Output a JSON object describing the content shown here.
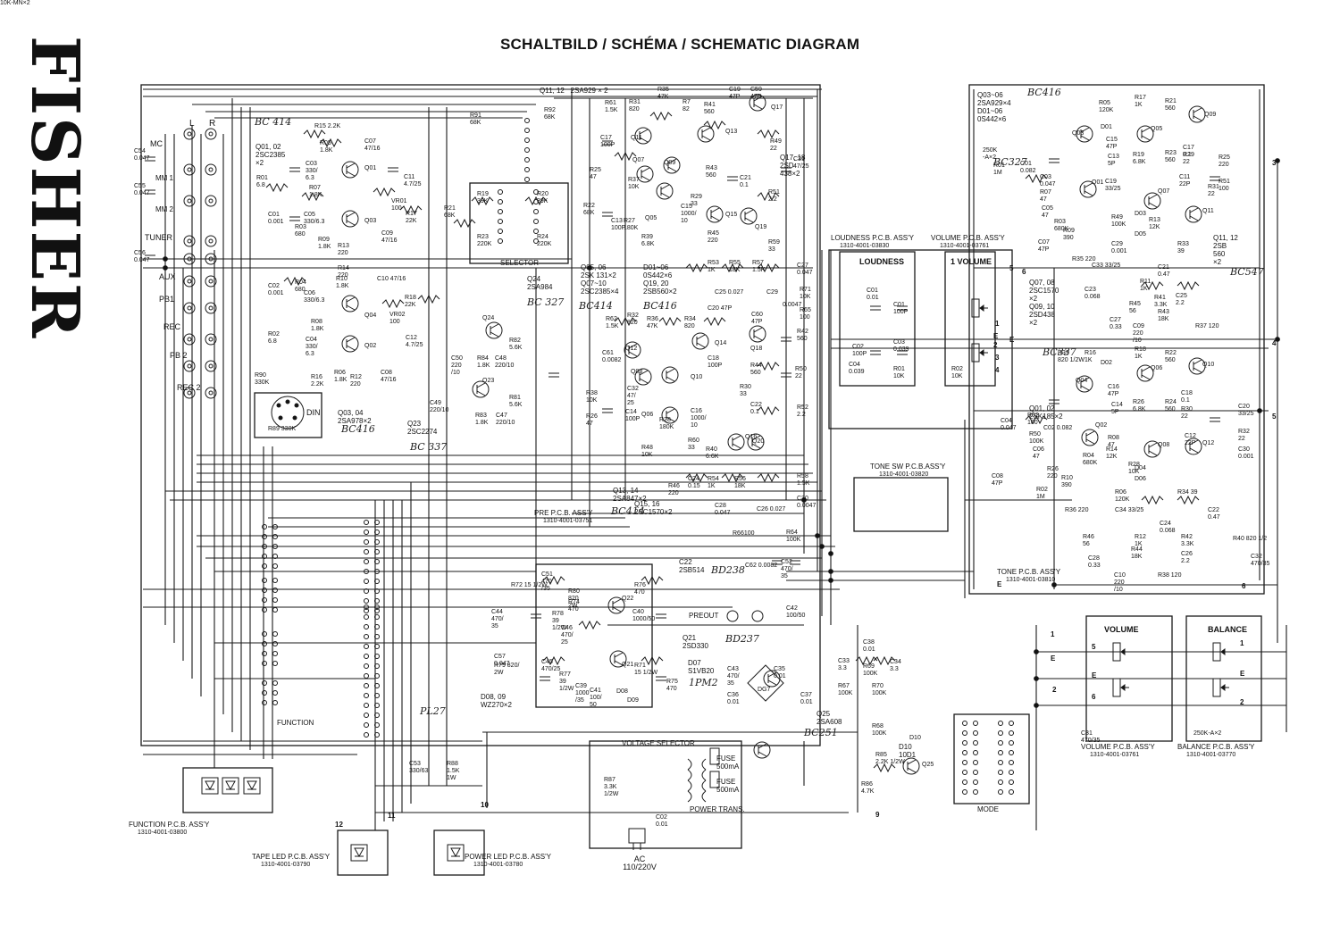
{
  "title": "SCHALTBILD / SCHÉMA / SCHEMATIC DIAGRAM",
  "brand": "FISHER",
  "inputs": {
    "mc": "MC",
    "mm1": "MM 1",
    "mm2": "MM 2",
    "tuner": "TUNER",
    "aux": "AUX",
    "pb1": "PB1",
    "rec1": "REC",
    "pb2": "PB 2",
    "rec2": "REC 2",
    "din": "DIN",
    "l": "L",
    "r": "R"
  },
  "boards": {
    "pre": {
      "name": "PRE P.C.B. ASS'Y",
      "num": "1310-4001-03751"
    },
    "loudness": {
      "name": "LOUDNESS P.C.B. ASS'Y",
      "num": "1310-4001-03830"
    },
    "volume_top": {
      "name": "VOLUME P.C.B. ASS'Y",
      "num": "1310-4001-03761"
    },
    "tone_sw": {
      "name": "TONE SW P.C.B.ASS'Y",
      "num": "1310-4001-03820"
    },
    "tone": {
      "name": "TONE P.C.B. ASS'Y",
      "num": "1310-4001-03810"
    },
    "function": {
      "name": "FUNCTION P.C.B. ASS'Y",
      "num": "1310-4001-03800"
    },
    "tape_led": {
      "name": "TAPE LED P.C.B. ASS'Y",
      "num": "1310-4001-03790"
    },
    "power_led": {
      "name": "POWER LED P.C.B. ASS'Y",
      "num": "1310-4001-03780"
    },
    "volume_bottom": {
      "name": "VOLUME P.C.B. ASS'Y",
      "num": "1310-4001-03761"
    },
    "balance": {
      "name": "BALANCE P.C.B. ASS'Y",
      "num": "1310-4001-03770"
    }
  },
  "blocks": {
    "selector": "SELECTOR",
    "function": "FUNCTION",
    "loudness": "LOUDNESS",
    "volume": "1 VOLUME",
    "voltage_selector": "VOLTAGE SELECTOR",
    "mode": "MODE",
    "preout": "PREOUT",
    "volume_box": "VOLUME",
    "balance_box": "BALANCE",
    "power_trans": "POWER TRANS.",
    "fuse1": "FUSE 500mA",
    "fuse2": "FUSE 500mA",
    "ac": "AC 110/220V"
  },
  "transistor_notes": [
    {
      "id": "q01",
      "text": "Q01, 02\n2SC2385\n×2"
    },
    {
      "id": "q03",
      "text": "Q03, 04\n2SA978×2"
    },
    {
      "id": "q11",
      "text": "Q11, 12   2SA929 × 2"
    },
    {
      "id": "q17",
      "text": "Q17, 18\n2SD\n438×2"
    },
    {
      "id": "q05",
      "text": "Q05, 06\n2SK 131×2\nQ07~10\n2SC2385×4"
    },
    {
      "id": "d01",
      "text": "D01~06\n0S442×6\nQ19, 20\n2SB560×2"
    },
    {
      "id": "q24",
      "text": "Q24\n2SA984"
    },
    {
      "id": "q23",
      "text": "Q23\n2SC2274"
    },
    {
      "id": "q13",
      "text": "Q13, 14\n2SA847×2"
    },
    {
      "id": "q15",
      "text": "Q15, 16\n2SC1570×2"
    },
    {
      "id": "q22",
      "text": "C22\n2SB514"
    },
    {
      "id": "q21",
      "text": "Q21\n2SD330"
    },
    {
      "id": "d07",
      "text": "D07\nS1VB20"
    },
    {
      "id": "d08",
      "text": "D08, 09\nWZ270×2"
    },
    {
      "id": "q25",
      "text": "Q25\n2SA608"
    },
    {
      "id": "d10",
      "text": "D10\n10D1"
    },
    {
      "id": "tq03",
      "text": "Q03~06\n2SA929×4\nD01~06\n0S442×6"
    },
    {
      "id": "tq07",
      "text": "Q07, 08\n2SC1570\n×2\nQ09, 10\n2SD438\n×2"
    },
    {
      "id": "tq01",
      "text": "Q01, 02\n2SK185×2"
    },
    {
      "id": "tq11",
      "text": "Q11, 12\n2SB\n560\n×2"
    }
  ],
  "handwritten": [
    {
      "id": "h1",
      "text": "BC 414"
    },
    {
      "id": "h2",
      "text": "BC416"
    },
    {
      "id": "h3",
      "text": "BC 337"
    },
    {
      "id": "h4",
      "text": "BC 327"
    },
    {
      "id": "h5",
      "text": "BC414"
    },
    {
      "id": "h6",
      "text": "BC416"
    },
    {
      "id": "h7",
      "text": "BC414"
    },
    {
      "id": "h8",
      "text": "BD238"
    },
    {
      "id": "h9",
      "text": "BD237"
    },
    {
      "id": "h10",
      "text": "1PM2"
    },
    {
      "id": "h11",
      "text": "PL27"
    },
    {
      "id": "h12",
      "text": "BC251"
    },
    {
      "id": "h13",
      "text": "BC416"
    },
    {
      "id": "h14",
      "text": "BC327"
    },
    {
      "id": "h15",
      "text": "BC547"
    },
    {
      "id": "h16",
      "text": "BC337"
    }
  ],
  "components": [
    {
      "id": "c1",
      "text": "C54\n0.047"
    },
    {
      "id": "c2",
      "text": "C55\n0.047"
    },
    {
      "id": "c3",
      "text": "C56\n0.047"
    },
    {
      "id": "c4",
      "text": "R15 2.2K"
    },
    {
      "id": "c5",
      "text": "R05\n1.8K"
    },
    {
      "id": "c6",
      "text": "C07\n47/16"
    },
    {
      "id": "c7",
      "text": "R01\n6.8"
    },
    {
      "id": "c8",
      "text": "C03\n330/\n6.3"
    },
    {
      "id": "c9",
      "text": "R07\n1.8K"
    },
    {
      "id": "c10",
      "text": "C01\n0.001"
    },
    {
      "id": "c11",
      "text": "R03\n680"
    },
    {
      "id": "c12",
      "text": "C05\n330/6.3"
    },
    {
      "id": "c13",
      "text": "R09\n1.8K"
    },
    {
      "id": "c14",
      "text": "R13\n220"
    },
    {
      "id": "c15",
      "text": "C09\n47/16"
    },
    {
      "id": "c16",
      "text": "C11\n4.7/25"
    },
    {
      "id": "c17",
      "text": "VR01\n100"
    },
    {
      "id": "c18",
      "text": "R17\n22K"
    },
    {
      "id": "c19",
      "text": "R21\n68K"
    },
    {
      "id": "c20",
      "text": "R91\n68K"
    },
    {
      "id": "c21",
      "text": "R92\n68K"
    },
    {
      "id": "c22",
      "text": "R19\n39K"
    },
    {
      "id": "c23",
      "text": "R20\n39K"
    },
    {
      "id": "c24",
      "text": "R23\n220K"
    },
    {
      "id": "c25",
      "text": "R24\n220K"
    },
    {
      "id": "c26",
      "text": "R22\n68K"
    },
    {
      "id": "c27",
      "text": "R14\n220"
    },
    {
      "id": "c28",
      "text": "R10\n1.8K"
    },
    {
      "id": "c29",
      "text": "C10 47/16"
    },
    {
      "id": "c30",
      "text": "C02\n0.001"
    },
    {
      "id": "c31",
      "text": "R04\n680"
    },
    {
      "id": "c32",
      "text": "C06\n330/6.3"
    },
    {
      "id": "c33",
      "text": "R18\n22K"
    },
    {
      "id": "c34",
      "text": "VR02\n100"
    },
    {
      "id": "c35",
      "text": "R08\n1.8K"
    },
    {
      "id": "c36",
      "text": "R02\n6.8"
    },
    {
      "id": "c37",
      "text": "C04\n330/\n6.3"
    },
    {
      "id": "c38",
      "text": "C12\n4.7/25"
    },
    {
      "id": "c39",
      "text": "R16\n2.2K"
    },
    {
      "id": "c40",
      "text": "R06\n1.8K"
    },
    {
      "id": "c41",
      "text": "R12\n220"
    },
    {
      "id": "c42",
      "text": "C08\n47/16"
    },
    {
      "id": "c43",
      "text": "R90\n330K"
    },
    {
      "id": "c44",
      "text": "R89 330K"
    },
    {
      "id": "c45",
      "text": "R82\n5.6K"
    },
    {
      "id": "c46",
      "text": "R84\n1.8K"
    },
    {
      "id": "c47",
      "text": "C48\n220/10"
    },
    {
      "id": "c48",
      "text": "C50\n220\n/10"
    },
    {
      "id": "c49",
      "text": "R81\n5.6K"
    },
    {
      "id": "c50",
      "text": "C49\n220/10"
    },
    {
      "id": "c51",
      "text": "R83\n1.8K"
    },
    {
      "id": "c52",
      "text": "C47\n220/10"
    },
    {
      "id": "c53",
      "text": "R35\n47K"
    },
    {
      "id": "c54",
      "text": "R31\n820"
    },
    {
      "id": "c55",
      "text": "R61\n1.5K"
    },
    {
      "id": "c56",
      "text": "R7\n82"
    },
    {
      "id": "c57",
      "text": "C17\n100P"
    },
    {
      "id": "c58",
      "text": "C19\n47P"
    },
    {
      "id": "c59",
      "text": "C59\n47P"
    },
    {
      "id": "c60",
      "text": "R41\n560"
    },
    {
      "id": "c61",
      "text": "R43\n560"
    },
    {
      "id": "c62",
      "text": "R49\n22"
    },
    {
      "id": "c63",
      "text": "R37\n10K"
    },
    {
      "id": "c64",
      "text": "R25\n47"
    },
    {
      "id": "c65",
      "text": "C13\n100P"
    },
    {
      "id": "c66",
      "text": "R27\n180K"
    },
    {
      "id": "c67",
      "text": "R39\n6.8K"
    },
    {
      "id": "c68",
      "text": "C15\n1000/\n10"
    },
    {
      "id": "c69",
      "text": "R29\n33"
    },
    {
      "id": "c70",
      "text": "C21\n0.1"
    },
    {
      "id": "c71",
      "text": "R51\n2.2"
    },
    {
      "id": "c72",
      "text": "R45\n220"
    },
    {
      "id": "c73",
      "text": "R59\n33"
    },
    {
      "id": "c74",
      "text": "C31\n47/25"
    },
    {
      "id": "c75",
      "text": "R53\n1K"
    },
    {
      "id": "c76",
      "text": "R55\n18K"
    },
    {
      "id": "c77",
      "text": "R57\n1.5K"
    },
    {
      "id": "c78",
      "text": "C25 0.027"
    },
    {
      "id": "c79",
      "text": "C27\n0.047"
    },
    {
      "id": "c80",
      "text": "C29"
    },
    {
      "id": "c81",
      "text": "R71\n10K"
    },
    {
      "id": "c82",
      "text": "R65\n100"
    },
    {
      "id": "c83",
      "text": "0.0047"
    },
    {
      "id": "c84",
      "text": "R62\n1.5K"
    },
    {
      "id": "c85",
      "text": "R32\n820"
    },
    {
      "id": "c86",
      "text": "R36\n47K"
    },
    {
      "id": "c87",
      "text": "R34\n820"
    },
    {
      "id": "c88",
      "text": "C20 47P"
    },
    {
      "id": "c89",
      "text": "C60\n47P"
    },
    {
      "id": "c90",
      "text": "R42\n560"
    },
    {
      "id": "c91",
      "text": "C61\n0.0082"
    },
    {
      "id": "c92",
      "text": "C18\n100P"
    },
    {
      "id": "c93",
      "text": "R44\n560"
    },
    {
      "id": "c94",
      "text": "R50\n22"
    },
    {
      "id": "c95",
      "text": "C32\n47/\n25"
    },
    {
      "id": "c96",
      "text": "R38\n10K"
    },
    {
      "id": "c97",
      "text": "R26\n47"
    },
    {
      "id": "c98",
      "text": "C14\n100P"
    },
    {
      "id": "c99",
      "text": "R28\n180K"
    },
    {
      "id": "c100",
      "text": "C16\n1000/\n10"
    },
    {
      "id": "c101",
      "text": "R30\n33"
    },
    {
      "id": "c102",
      "text": "C22\n0.1"
    },
    {
      "id": "c103",
      "text": "R52\n2.2"
    },
    {
      "id": "c104",
      "text": "R60\n33"
    },
    {
      "id": "c105",
      "text": "R48\n10K"
    },
    {
      "id": "c106",
      "text": "R40\n6.6K"
    },
    {
      "id": "c107",
      "text": "R46\n220"
    },
    {
      "id": "c108",
      "text": "C24\n0.15"
    },
    {
      "id": "c109",
      "text": "R54\n1K"
    },
    {
      "id": "c110",
      "text": "R56\n18K"
    },
    {
      "id": "c111",
      "text": "R58\n1.5K"
    },
    {
      "id": "c112",
      "text": "C28\n0.047"
    },
    {
      "id": "c113",
      "text": "C26 0.027"
    },
    {
      "id": "c114",
      "text": "C30\n0.0047"
    },
    {
      "id": "c115",
      "text": "R64\n100K"
    },
    {
      "id": "c116",
      "text": "R66100"
    },
    {
      "id": "c117",
      "text": "C62 0.0082"
    },
    {
      "id": "c118",
      "text": "C52\n470/\n35"
    },
    {
      "id": "c119",
      "text": "C51\n470\n/35"
    },
    {
      "id": "c120",
      "text": "R72 15 1/2W"
    },
    {
      "id": "c121",
      "text": "R80\n820\n2W"
    },
    {
      "id": "c122",
      "text": "R74\n470"
    },
    {
      "id": "c123",
      "text": "R76\n470"
    },
    {
      "id": "c124",
      "text": "R78\n39\n1/2W"
    },
    {
      "id": "c125",
      "text": "C40\n1000/50"
    },
    {
      "id": "c126",
      "text": "C44\n470/\n35"
    },
    {
      "id": "c127",
      "text": "C46\n470/\n25"
    },
    {
      "id": "c128",
      "text": "C42\n100/50"
    },
    {
      "id": "c129",
      "text": "C57\n0.047"
    },
    {
      "id": "c130",
      "text": "R79 820/\n2W"
    },
    {
      "id": "c131",
      "text": "C45\n470/25"
    },
    {
      "id": "c132",
      "text": "R71\n15 1/2W"
    },
    {
      "id": "c133",
      "text": "R77\n39\n1/2W"
    },
    {
      "id": "c134",
      "text": "C39\n1000\n/35"
    },
    {
      "id": "c135",
      "text": "C41\n100/\n50"
    },
    {
      "id": "c136",
      "text": "R75\n470"
    },
    {
      "id": "c137",
      "text": "C43\n470/\n35"
    },
    {
      "id": "c138",
      "text": "C35\n0.01"
    },
    {
      "id": "c139",
      "text": "C36\n0.01"
    },
    {
      "id": "c140",
      "text": "C37\n0.01"
    },
    {
      "id": "c141",
      "text": "C38\n0.01"
    },
    {
      "id": "c142",
      "text": "C33\n3.3"
    },
    {
      "id": "c143",
      "text": "R69\n100K"
    },
    {
      "id": "c144",
      "text": "C34\n3.3"
    },
    {
      "id": "c145",
      "text": "R67\n100K"
    },
    {
      "id": "c146",
      "text": "R70\n100K"
    },
    {
      "id": "c147",
      "text": "R68\n100K"
    },
    {
      "id": "c148",
      "text": "R85\n2.2K 1/2W"
    },
    {
      "id": "c149",
      "text": "R86\n4.7K"
    },
    {
      "id": "c150",
      "text": "C53\n330/63"
    },
    {
      "id": "c151",
      "text": "R88\n1.5K\n1W"
    },
    {
      "id": "c152",
      "text": "R87\n3.3K\n1/2W"
    },
    {
      "id": "c153",
      "text": "C02\n0.01"
    },
    {
      "id": "c154",
      "text": "C01\n0.01"
    },
    {
      "id": "c155",
      "text": "C01\n100P"
    },
    {
      "id": "c156",
      "text": "C02\n100P"
    },
    {
      "id": "c157",
      "text": "C03\n0.039"
    },
    {
      "id": "c158",
      "text": "C04\n0.039"
    },
    {
      "id": "c159",
      "text": "R01\n10K"
    },
    {
      "id": "c160",
      "text": "R02\n10K"
    },
    {
      "id": "c161",
      "text": "250K\n-A×2"
    },
    {
      "id": "c162",
      "text": "R01\n1M"
    },
    {
      "id": "c163",
      "text": "C01\n0.082"
    },
    {
      "id": "c164",
      "text": "C03\n0.047"
    },
    {
      "id": "c165",
      "text": "R07\n47"
    },
    {
      "id": "c166",
      "text": "C05\n47"
    },
    {
      "id": "c167",
      "text": "R03\n680K"
    },
    {
      "id": "c168",
      "text": "R09\n390"
    },
    {
      "id": "c169",
      "text": "C07\n47P"
    },
    {
      "id": "c170",
      "text": "R05\n120K"
    },
    {
      "id": "c171",
      "text": "R17\n1K"
    },
    {
      "id": "c172",
      "text": "R21\n560"
    },
    {
      "id": "c173",
      "text": "C15\n47P"
    },
    {
      "id": "c174",
      "text": "C13\n5P"
    },
    {
      "id": "c175",
      "text": "R19\n6.8K"
    },
    {
      "id": "c176",
      "text": "R23\n560"
    },
    {
      "id": "c177",
      "text": "C17\n0.1"
    },
    {
      "id": "c178",
      "text": "R29\n22"
    },
    {
      "id": "c179",
      "text": "C19\n33/25"
    },
    {
      "id": "c180",
      "text": "C11\n22P"
    },
    {
      "id": "c181",
      "text": "R31\n22"
    },
    {
      "id": "c182",
      "text": "R49\n100K"
    },
    {
      "id": "c183",
      "text": "R13\n12K"
    },
    {
      "id": "c184",
      "text": "R25\n220"
    },
    {
      "id": "c185",
      "text": "R51\n100"
    },
    {
      "id": "c186",
      "text": "C29\n0.001"
    },
    {
      "id": "c187",
      "text": "R33\n39"
    },
    {
      "id": "c188",
      "text": "R35 220"
    },
    {
      "id": "c189",
      "text": "C33 33/25"
    },
    {
      "id": "c190",
      "text": "C21\n0.47"
    },
    {
      "id": "c191",
      "text": "C23\n0.068"
    },
    {
      "id": "c192",
      "text": "R11\n1K"
    },
    {
      "id": "c193",
      "text": "R45\n56"
    },
    {
      "id": "c194",
      "text": "R41\n3.3K"
    },
    {
      "id": "c195",
      "text": "C25\n2.2"
    },
    {
      "id": "c196",
      "text": "R43\n18K"
    },
    {
      "id": "c197",
      "text": "C27\n0.33"
    },
    {
      "id": "c198",
      "text": "C09\n220\n/10"
    },
    {
      "id": "c199",
      "text": "R37 120"
    },
    {
      "id": "c200",
      "text": "R39\n820 1/2W"
    },
    {
      "id": "c201",
      "text": "R16\n1K"
    },
    {
      "id": "c202",
      "text": "R18\n1K"
    },
    {
      "id": "c203",
      "text": "R22\n560"
    },
    {
      "id": "c204",
      "text": "C16\n47P"
    },
    {
      "id": "c205",
      "text": "C14\n5P"
    },
    {
      "id": "c206",
      "text": "R26\n6.8K"
    },
    {
      "id": "c207",
      "text": "R24\n560"
    },
    {
      "id": "c208",
      "text": "C18\n0.1"
    },
    {
      "id": "c209",
      "text": "R30\n22"
    },
    {
      "id": "c210",
      "text": "C20\n33/25"
    },
    {
      "id": "c211",
      "text": "R52\n100"
    },
    {
      "id": "c212",
      "text": "C04\n0.047"
    },
    {
      "id": "c213",
      "text": "C02 0.082"
    },
    {
      "id": "c214",
      "text": "R08\n47"
    },
    {
      "id": "c215",
      "text": "C12\n22P"
    },
    {
      "id": "c216",
      "text": "R32\n22"
    },
    {
      "id": "c217",
      "text": "C30\n0.001"
    },
    {
      "id": "c218",
      "text": "R50\n100K"
    },
    {
      "id": "c219",
      "text": "C06\n47"
    },
    {
      "id": "c220",
      "text": "R04\n680K"
    },
    {
      "id": "c221",
      "text": "R14\n12K"
    },
    {
      "id": "c222",
      "text": "R28\n10K"
    },
    {
      "id": "c223",
      "text": "R26\n220"
    },
    {
      "id": "c224",
      "text": "R10\n390"
    },
    {
      "id": "c225",
      "text": "C08\n47P"
    },
    {
      "id": "c226",
      "text": "R02\n1M"
    },
    {
      "id": "c227",
      "text": "R06\n120K"
    },
    {
      "id": "c228",
      "text": "R34 39"
    },
    {
      "id": "c229",
      "text": "R36 220"
    },
    {
      "id": "c230",
      "text": "C34 33/25"
    },
    {
      "id": "c231",
      "text": "C22\n0.47"
    },
    {
      "id": "c232",
      "text": "C24\n0.068"
    },
    {
      "id": "c233",
      "text": "R46\n56"
    },
    {
      "id": "c234",
      "text": "R12\n1K"
    },
    {
      "id": "c235",
      "text": "R42\n3.3K"
    },
    {
      "id": "c236",
      "text": "R44\n18K"
    },
    {
      "id": "c237",
      "text": "C26\n2.2"
    },
    {
      "id": "c238",
      "text": "C28\n0.33"
    },
    {
      "id": "c239",
      "text": "C10\n220\n/10"
    },
    {
      "id": "c240",
      "text": "R38 120"
    },
    {
      "id": "c241",
      "text": "R40 820 1/2"
    },
    {
      "id": "c242",
      "text": "C32\n470/35"
    },
    {
      "id": "c243",
      "text": "C31\n470/35"
    },
    {
      "id": "c244",
      "text": "250K-A×2"
    },
    {
      "id": "c245",
      "text": "10K-MN×2"
    }
  ],
  "transistors": [
    "Q01",
    "Q03",
    "Q04",
    "Q02",
    "Q24",
    "Q23",
    "Q11",
    "Q09",
    "Q13",
    "Q17",
    "Q07",
    "Q15",
    "Q19",
    "Q05",
    "Q12",
    "Q10",
    "Q14",
    "Q18",
    "Q08",
    "Q16",
    "Q20",
    "Q06",
    "Q22",
    "Q21",
    "DG7",
    "D08",
    "D09",
    "Q25",
    "Q03",
    "Q05",
    "Q09",
    "Q01",
    "Q07",
    "Q11",
    "Q04",
    "Q06",
    "Q10",
    "Q02",
    "Q08",
    "Q12",
    "D01",
    "D03",
    "D05",
    "D04",
    "D06",
    "D02",
    "D10"
  ],
  "terminals": [
    "1",
    "E",
    "2",
    "3",
    "4",
    "5",
    "6",
    "E",
    "9",
    "10",
    "11",
    "12",
    "1",
    "E",
    "2",
    "5",
    "E",
    "6",
    "1",
    "E",
    "2",
    "3",
    "4",
    "5",
    "6",
    "E"
  ]
}
